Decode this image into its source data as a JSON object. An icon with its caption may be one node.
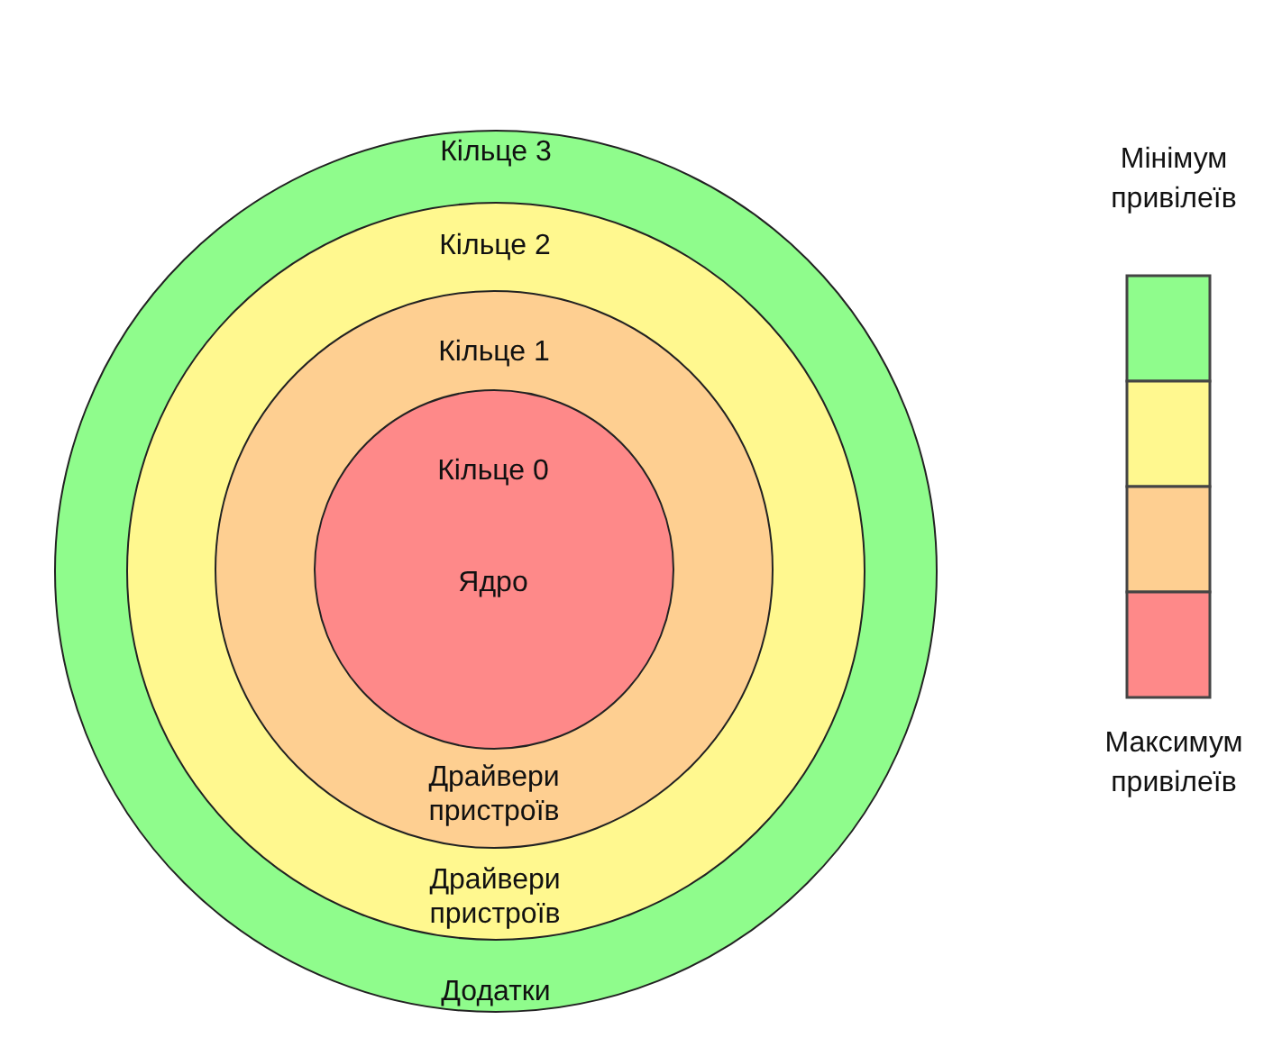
{
  "diagram": {
    "nodes": [
      {
        "text": [
          "Кільце 3",
          "Додатки"
        ]
      },
      {
        "text": [
          "Кільце 2",
          "Драйвери пристроїв"
        ],
        "in": 0
      },
      {
        "text": [
          "Кільце 1",
          "Драйвери пристроїв"
        ],
        "in": 1
      },
      {
        "text": [
          "Кільце 0",
          "Ядро"
        ],
        "in": 2
      }
    ],
    "labels": [
      "Мінімум привілеїв",
      "Максимум привілеїв"
    ]
  }
}
